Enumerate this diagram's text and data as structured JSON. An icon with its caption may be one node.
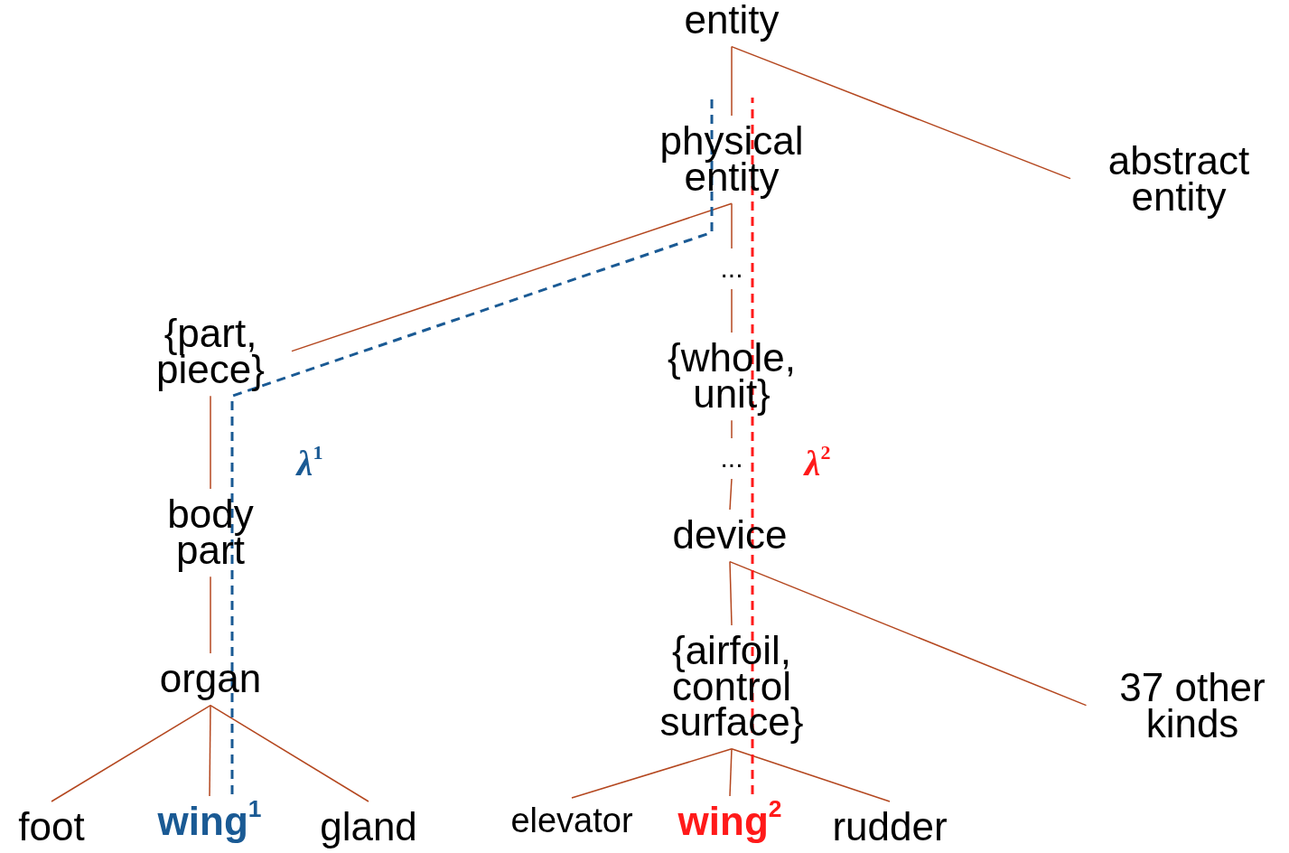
{
  "diagram": {
    "nodes": [
      {
        "text": [
          "entity"
        ]
      },
      {
        "text": [
          "physical entity"
        ]
      },
      {
        "text": [
          "abstract entity"
        ]
      },
      {
        "text": [
          "{part, piece}"
        ]
      },
      {
        "text": [
          "..."
        ]
      },
      {
        "text": [
          "{whole, unit}"
        ]
      },
      {
        "text": [
          "..."
        ]
      },
      {
        "text": [
          "device"
        ]
      },
      {
        "text": [
          "body part"
        ]
      },
      {
        "text": [
          "organ"
        ]
      },
      {
        "text": [
          "{airfoil, control surface}"
        ]
      },
      {
        "text": [
          "37 other kinds"
        ]
      },
      {
        "text": [
          "foot"
        ]
      },
      {
        "text": [
          "wing$^{1}$"
        ]
      },
      {
        "text": [
          "gland"
        ]
      },
      {
        "text": [
          "elevator"
        ]
      },
      {
        "text": [
          "wing$^{2}$"
        ]
      },
      {
        "text": [
          "rudder"
        ]
      }
    ],
    "edges": [
      {
        "from": 0,
        "to": 1,
        "arrow": "none"
      },
      {
        "from": 0,
        "to": 2,
        "arrow": "none"
      },
      {
        "from": 1,
        "to": 3,
        "arrow": "none"
      },
      {
        "from": 1,
        "to": 4,
        "arrow": "none"
      },
      {
        "from": 4,
        "to": 5,
        "arrow": "none"
      },
      {
        "from": 5,
        "to": 6,
        "arrow": "none"
      },
      {
        "from": 6,
        "to": 7,
        "arrow": "none"
      },
      {
        "from": 3,
        "to": 8,
        "arrow": "none"
      },
      {
        "from": 8,
        "to": 9,
        "arrow": "none"
      },
      {
        "from": 9,
        "to": 12,
        "arrow": "none"
      },
      {
        "from": 9,
        "to": 13,
        "arrow": "none"
      },
      {
        "from": 9,
        "to": 14,
        "arrow": "none"
      },
      {
        "from": 7,
        "to": 10,
        "arrow": "none"
      },
      {
        "from": 7,
        "to": 11,
        "arrow": "none"
      },
      {
        "from": 10,
        "to": 15,
        "arrow": "none"
      },
      {
        "from": 10,
        "to": 16,
        "arrow": "none"
      },
      {
        "from": 10,
        "to": 17,
        "arrow": "none"
      },
      {
        "from": 13,
        "to": 1,
        "arrow": "none",
        "label": "λ$^{1}$",
        "style": "dashed",
        "color": "#1a5a94"
      },
      {
        "from": 16,
        "to": 1,
        "arrow": "none",
        "label": "λ$^{2}$",
        "style": "dashed",
        "color": "#ff1a1a"
      }
    ]
  }
}
